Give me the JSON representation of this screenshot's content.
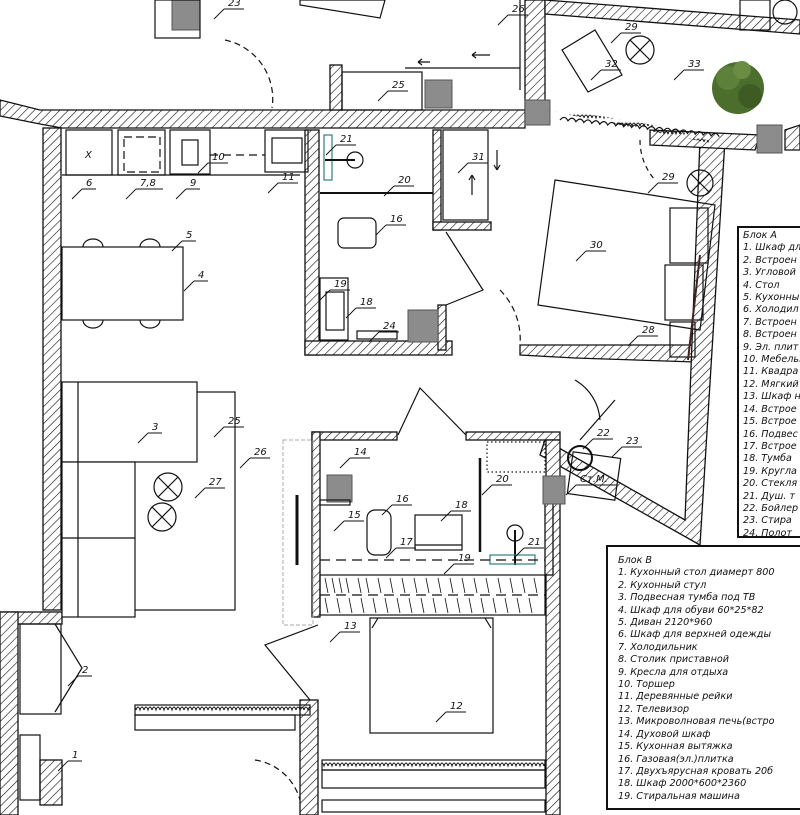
{
  "colors": {
    "line": "#111111",
    "shaded_block": "#8c8c8c",
    "plant": "#4c6e2c",
    "glass": "#2f7f7f"
  },
  "legend_a": {
    "title": "Блок А",
    "items": [
      "1. Шкаф дл",
      "2. Встроен",
      "3. Угловой",
      "4. Стол",
      "5. Кухонны",
      "6. Холодил",
      "7. Встроен",
      "8. Встроен",
      "9. Эл. плит",
      "10. Мебельн",
      "11. Квадра",
      "12. Мягкий",
      "13. Шкаф н",
      "14. Встрое",
      "15. Встрое",
      "16. Подвес",
      "17. Встрое",
      "18. Тумба",
      "19. Кругла",
      "20. Стекля",
      "21. Душ. т",
      "22. Бойлер",
      "23. Стира",
      "24. Полот"
    ]
  },
  "legend_b": {
    "title": "Блок В",
    "items": [
      "1. Кухонный стол диамерт 800",
      "2. Кухонный стул",
      "3. Подвесная тумба под ТВ",
      "4. Шкаф для обуви 60*25*82",
      "5. Диван 2120*960",
      "6. Шкаф для верхней одежды",
      "7. Холодильник",
      "8. Столик приставной",
      "9. Кресла для отдыха",
      "10. Торшер",
      "11. Деревянные рейки",
      "12. Телевизор",
      "13. Микроволновая печь(встро",
      "14. Духовой шкаф",
      "15. Кухонная вытяжка",
      "16. Газовая(эл.)плитка",
      "17. Двухъярусная кровать 20б",
      "18. Шкаф 2000*600*2360",
      "19. Стиральная машина"
    ]
  },
  "plan_tags": [
    "X",
    "6",
    "7,8",
    "9",
    "10",
    "11",
    "21",
    "20",
    "16",
    "19",
    "18",
    "24",
    "31",
    "5",
    "4",
    "30",
    "28",
    "29",
    "29",
    "32",
    "33",
    "26",
    "25",
    "23",
    "22",
    "23",
    "Ст.М.",
    "3",
    "25",
    "26",
    "27",
    "14",
    "15",
    "16",
    "18",
    "17",
    "19",
    "20",
    "21",
    "13",
    "12",
    "2",
    "1"
  ]
}
